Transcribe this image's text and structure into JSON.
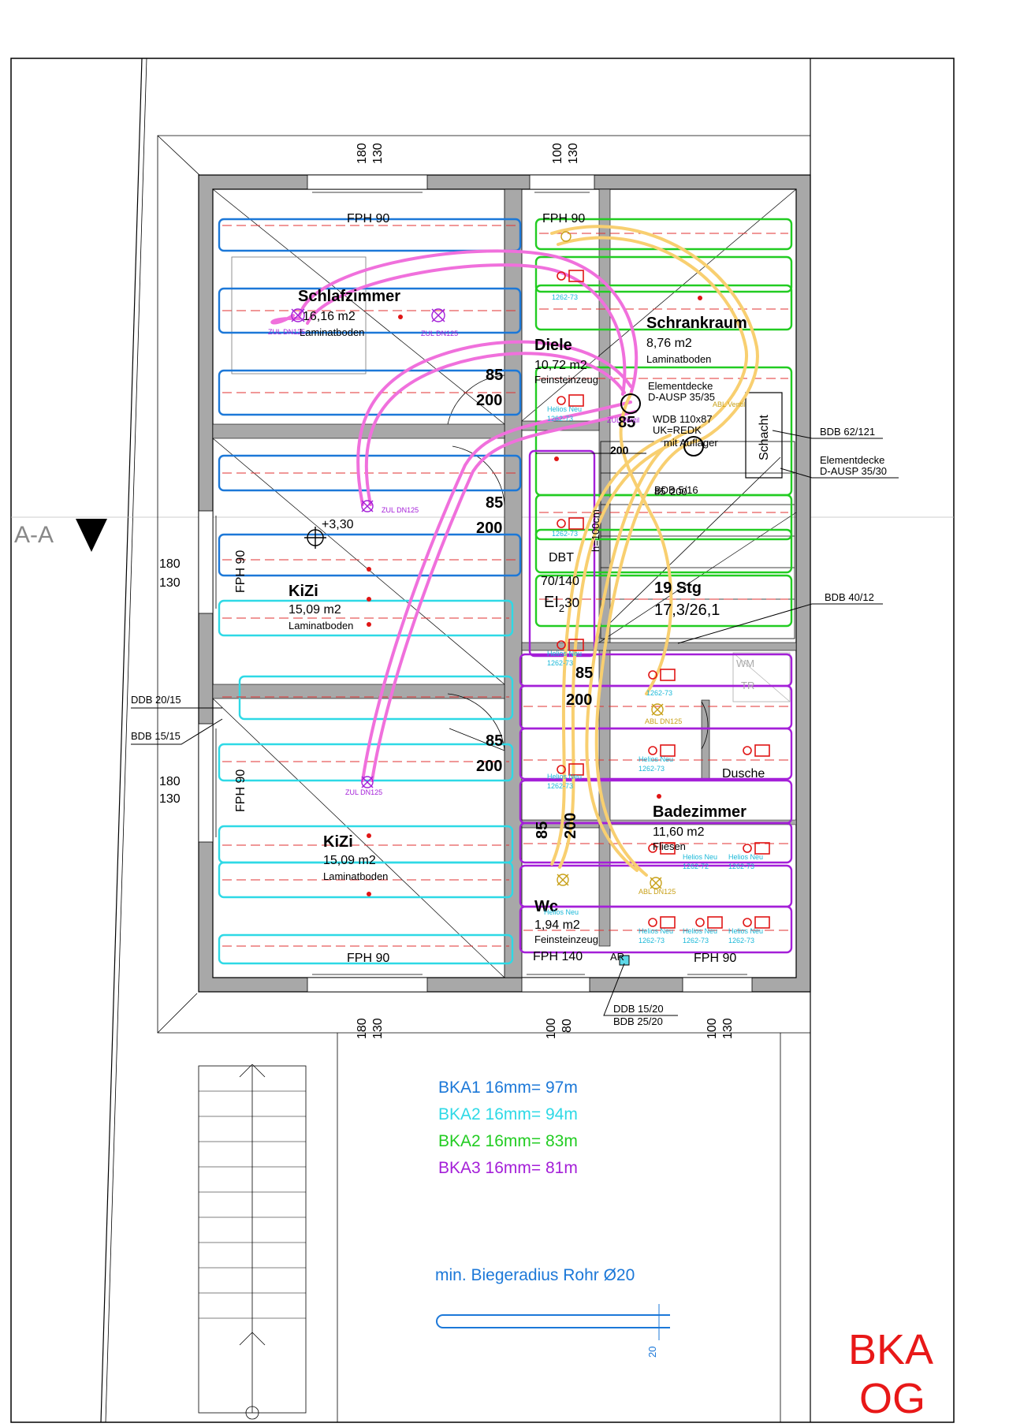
{
  "section": {
    "label": "A-A"
  },
  "plan_id": {
    "line1": "BKA",
    "line2": "OG",
    "color": "#e81818"
  },
  "rooms": {
    "schlafzimmer": {
      "name": "Schlafzimmer",
      "area": "16,16 m2",
      "floor": "Laminatboden"
    },
    "schrankraum": {
      "name": "Schrankraum",
      "area": "8,76 m2",
      "floor": "Laminatboden"
    },
    "diele": {
      "name": "Diele",
      "area": "10,72 m2",
      "floor": "Feinsteinzeug"
    },
    "kizi1": {
      "name": "KiZi",
      "area": "15,09 m2",
      "floor": "Laminatboden"
    },
    "kizi2": {
      "name": "KiZi",
      "area": "15,09 m2",
      "floor": "Laminatboden"
    },
    "badezimmer": {
      "name": "Badezimmer",
      "area": "11,60 m2",
      "floor": "Fliesen"
    },
    "wc": {
      "name": "Wc",
      "area": "1,94 m2",
      "floor": "Feinsteinzeug"
    },
    "dusche": {
      "name": "Dusche"
    },
    "schacht": {
      "name": "Schacht"
    },
    "stairs": {
      "steps": "19 Stg",
      "ratio": "17,3/26,1"
    },
    "wm": {
      "label": "WM"
    },
    "tr": {
      "label": "TR"
    },
    "ar": {
      "label": "AR"
    }
  },
  "windows": {
    "top_left": "FPH 90",
    "top_mid": "FPH 90",
    "left_1": "FPH 90",
    "left_2": "FPH 90",
    "bottom_left": "FPH 90",
    "bottom_mid": "FPH 140",
    "bottom_right": "FPH 90"
  },
  "dimensions": {
    "top_1a": "180",
    "top_1b": "130",
    "top_2a": "100",
    "top_2b": "130",
    "left_1a": "180",
    "left_1b": "130",
    "left_2a": "180",
    "left_2b": "130",
    "bottom_1a": "180",
    "bottom_1b": "130",
    "bottom_2a": "100",
    "bottom_2b": "80",
    "bottom_3a": "100",
    "bottom_3b": "130",
    "door_a_w": "85",
    "door_a_h": "200",
    "door_b_w": "85",
    "door_b_h": "200",
    "door_c_w": "85",
    "door_c_h": "200",
    "door_d_w": "85",
    "door_d_h": "200",
    "door_e_w": "85",
    "door_e_h": "200",
    "door_f_w": "85",
    "door_f_h": "200",
    "door_g_w": "85",
    "door_g_h": "200",
    "elevation": "+3,30",
    "h100": "h=100cm",
    "dbt": "DBT",
    "dbt_size": "70/140",
    "dbt_class": "EI",
    "dbt_class_sub": "2",
    "dbt_class_rating": "30",
    "bend_20": "20"
  },
  "callouts": {
    "bdb_62_121": "BDB 62/121",
    "elementdecke_right": "Elementdecke",
    "daus_35_30": "D-AUSP 35/30",
    "bdb_40_12": "BDB 40/12",
    "ddb_20_15": "DDB 20/15",
    "bdb_15_15": "BDB 15/15",
    "ddb_15_20": "DDB 15/20",
    "bdb_25_20": "BDB 25/20",
    "elementdecke_in": "Elementdecke",
    "daus_35_35": "D-AUSP 35/35",
    "wdb": "WDB 110x87",
    "uk": "UK=REDK",
    "mit": "mit Auflager",
    "bdb_5_16": "BDB 5/16"
  },
  "valves": {
    "zul": "ZUL DN125",
    "abl": "ABL DN125",
    "abl_ventil": "ABL Ventil",
    "zul_ventil": "ZUL Ventil",
    "helios": "Helios Neu",
    "model_73": "1262-73",
    "model_72": "1262-72"
  },
  "legend": [
    {
      "label": "BKA1 16mm= 97m",
      "color": "#1c78d8"
    },
    {
      "label": "BKA2 16mm= 94m",
      "color": "#2ed9e6"
    },
    {
      "label": "BKA2 16mm= 83m",
      "color": "#22cc22"
    },
    {
      "label": "BKA3 16mm= 81m",
      "color": "#a41fd8"
    }
  ],
  "bend_note": {
    "label": "min. Biegeradius Rohr Ø20",
    "color": "#1c78d8"
  },
  "colors": {
    "bka1": "#1c78d8",
    "bka2a": "#2ed9e6",
    "bka2b": "#22cc22",
    "bka3": "#a41fd8",
    "vent_supply": "#f070dc",
    "vent_exhaust": "#f8cf70",
    "wall": "#a8a8a8",
    "accent_red": "#e01515"
  }
}
